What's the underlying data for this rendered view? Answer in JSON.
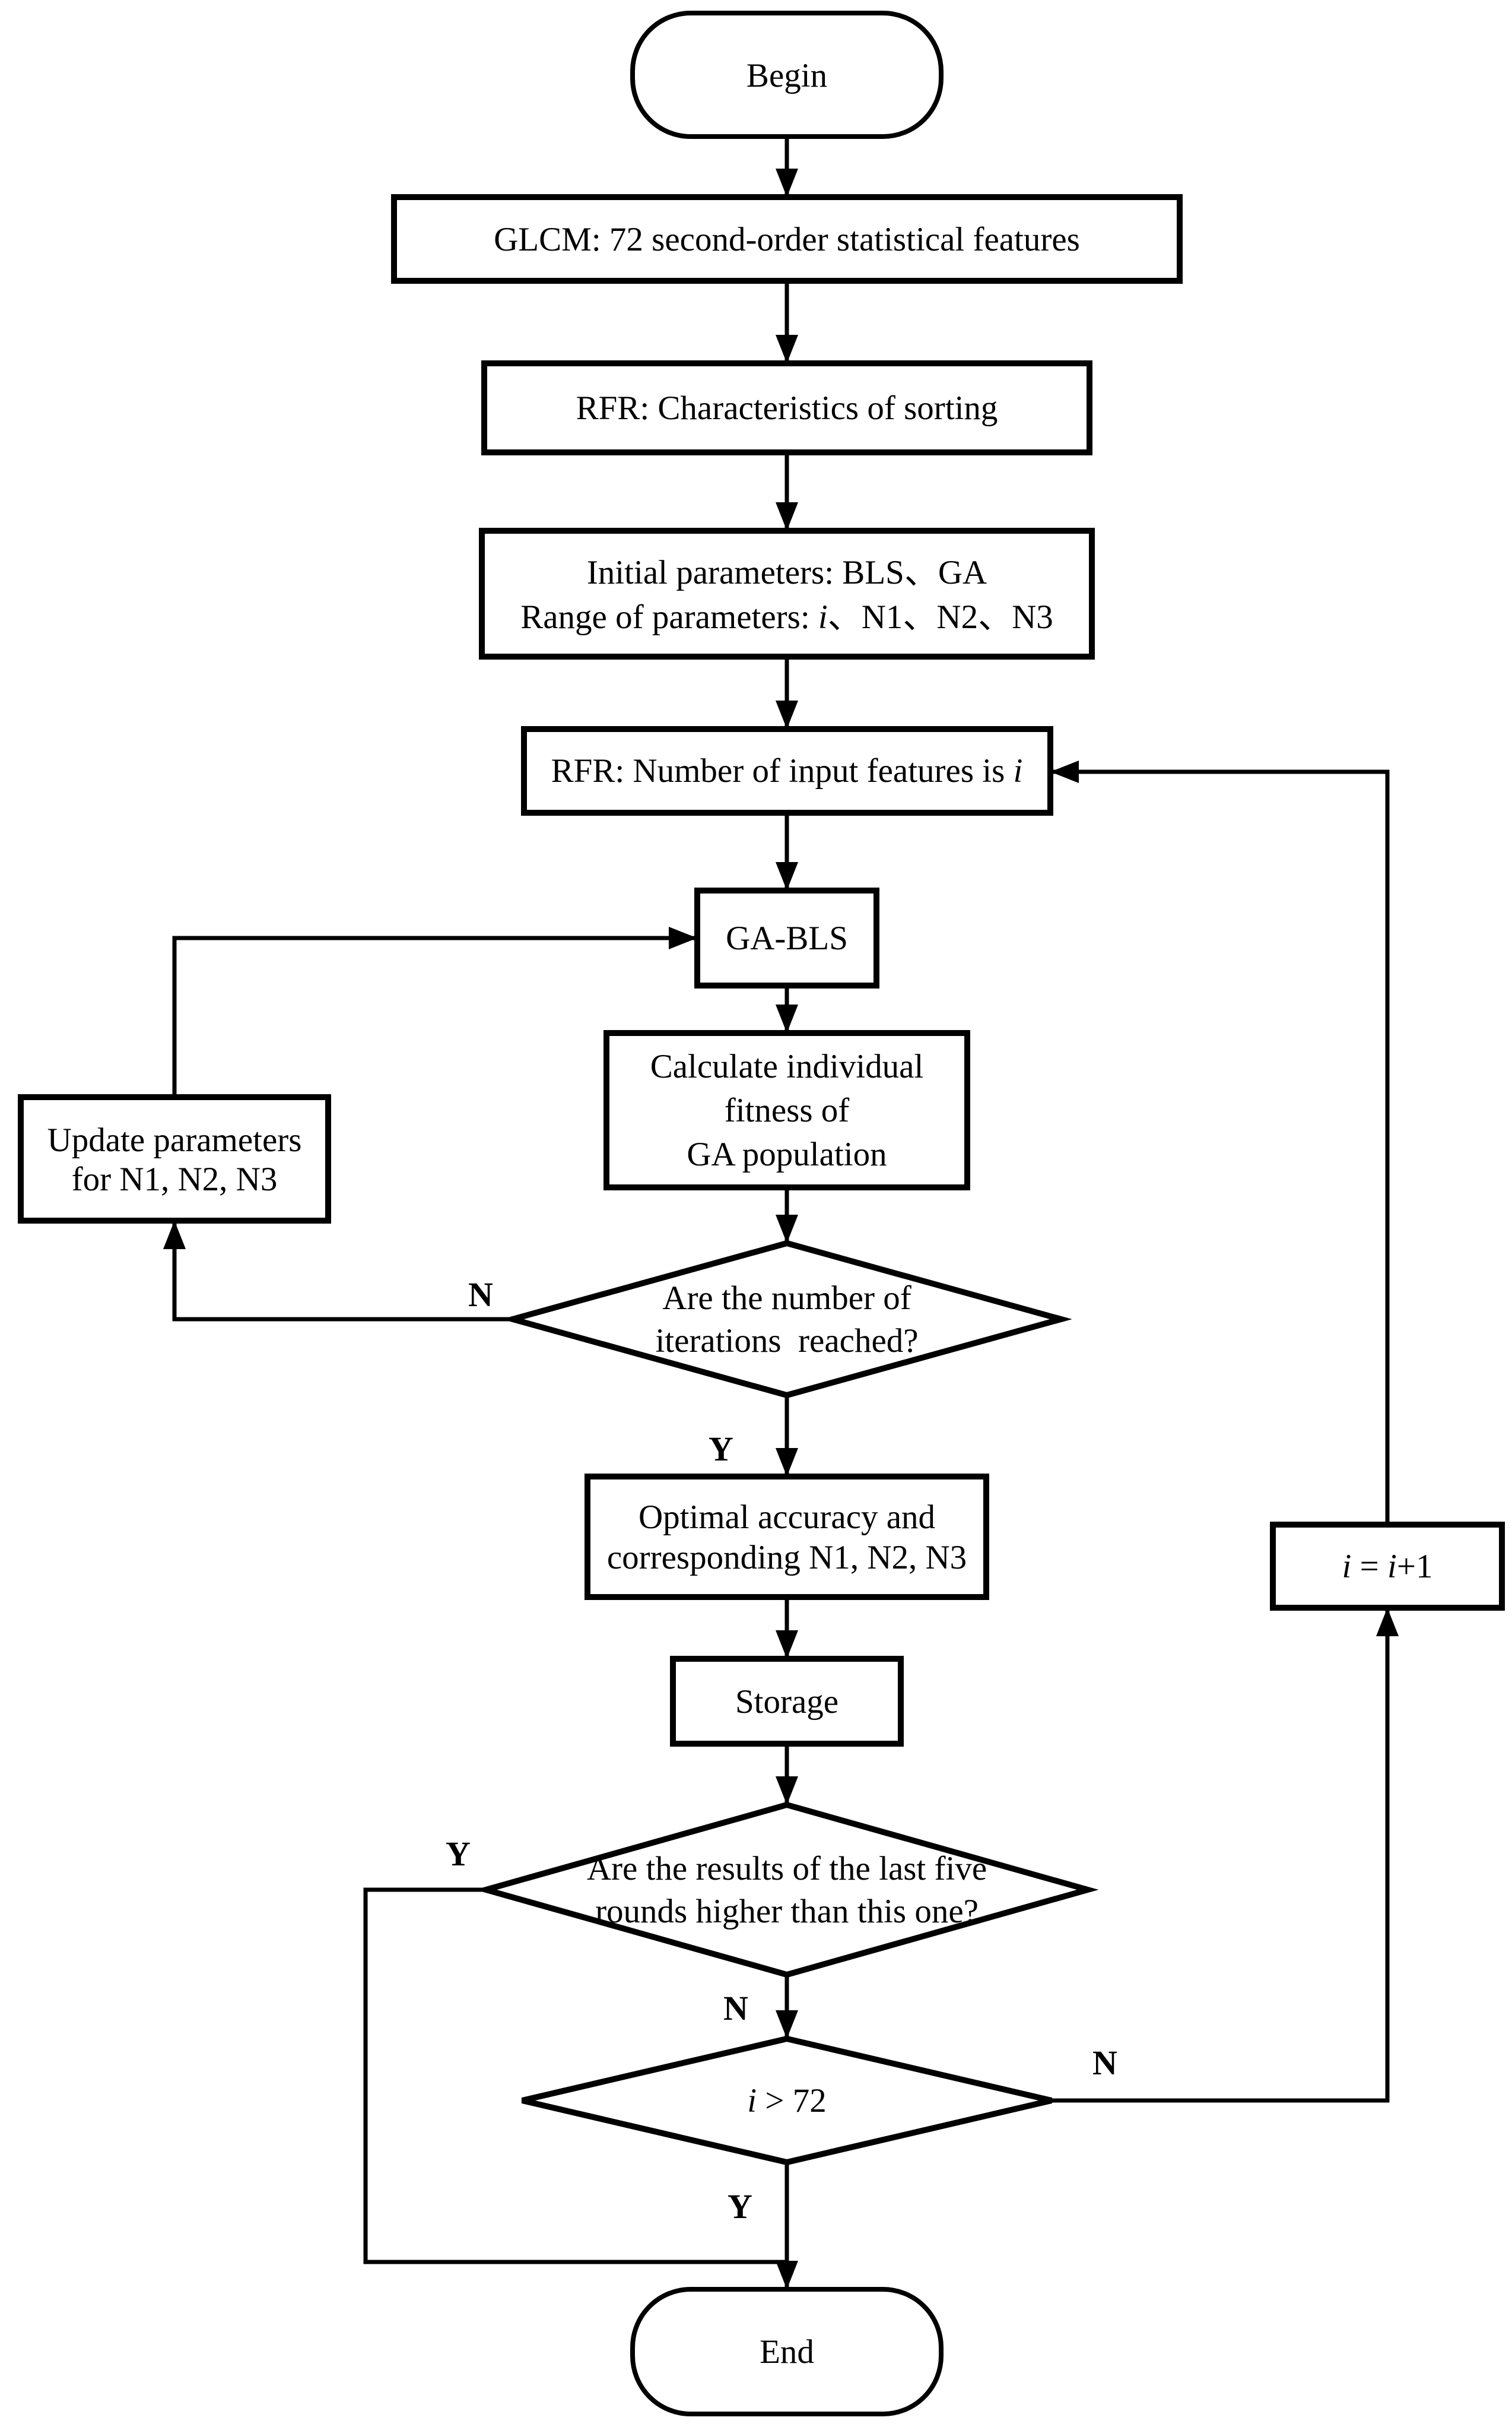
{
  "colors": {
    "stroke": "#000000",
    "background": "#ffffff"
  },
  "nodes": {
    "begin": {
      "label": "Begin"
    },
    "glcm": {
      "label": "GLCM: 72 second-order statistical features"
    },
    "rfr_sort": {
      "label": "RFR: Characteristics of sorting"
    },
    "init_params": {
      "line1": "Initial parameters: BLS、GA",
      "line2_prefix": "Range of parameters: ",
      "line2_var": "i",
      "line2_suffix": "、N1、N2、N3"
    },
    "rfr_features": {
      "prefix": "RFR: Number of input features is ",
      "var": "i"
    },
    "ga_bls": {
      "label": "GA-BLS"
    },
    "calc_fitness": {
      "line1": "Calculate individual",
      "line2": "fitness of",
      "line3": "GA population"
    },
    "update_params": {
      "line1": "Update parameters",
      "line2": "for N1, N2, N3"
    },
    "iteration_check": {
      "line1": "Are the number of",
      "line2": "iterations  reached?"
    },
    "optimal": {
      "line1": "Optimal accuracy and",
      "line2": "corresponding N1, N2, N3"
    },
    "storage": {
      "label": "Storage"
    },
    "rounds_check": {
      "line1": "Are the results of the last five",
      "line2": "rounds higher than this one?"
    },
    "i_check": {
      "var": "i",
      "suffix": " > 72"
    },
    "i_increment": {
      "var1": "i",
      "eq": " = ",
      "var2": "i",
      "suffix": "+1"
    },
    "end": {
      "label": "End"
    }
  },
  "branch_labels": {
    "iteration_no": "N",
    "iteration_yes": "Y",
    "rounds_yes": "Y",
    "rounds_no": "N",
    "i_check_no": "N",
    "i_check_yes": "Y"
  }
}
